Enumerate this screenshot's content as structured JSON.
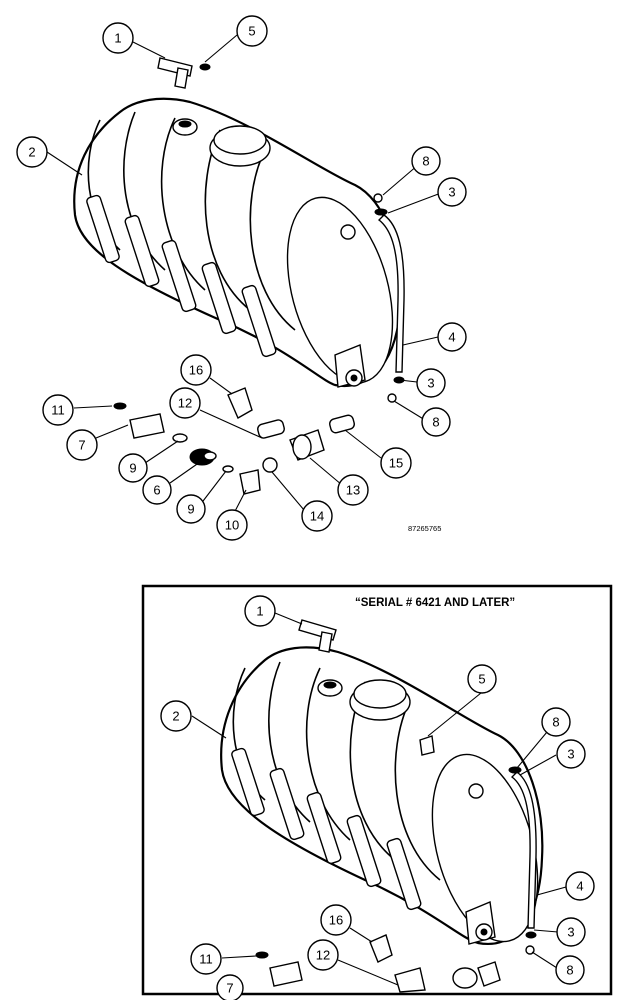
{
  "figure_number": "87265765",
  "inset": {
    "title": "“SERIAL # 6421 AND LATER”"
  },
  "main_callouts": [
    "1",
    "5",
    "2",
    "8",
    "3",
    "4",
    "3",
    "8",
    "16",
    "11",
    "12",
    "7",
    "9",
    "6",
    "9",
    "10",
    "14",
    "13",
    "15"
  ],
  "inset_callouts": [
    "1",
    "5",
    "2",
    "8",
    "3",
    "4",
    "3",
    "8",
    "16",
    "11",
    "12",
    "7"
  ]
}
